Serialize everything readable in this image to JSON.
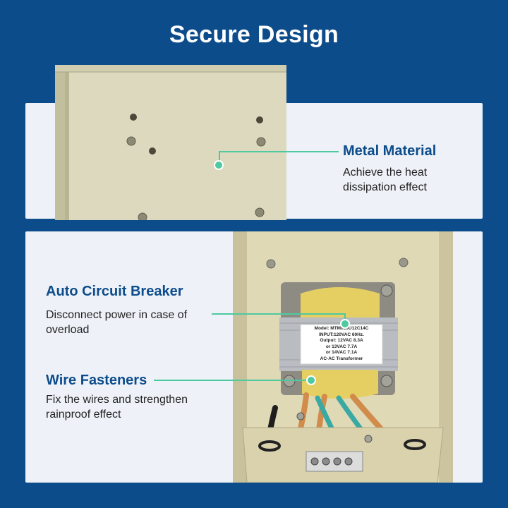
{
  "title": "Secure Design",
  "features": {
    "metal": {
      "heading": "Metal Material",
      "desc": "Achieve the heat dissipation effect"
    },
    "breaker": {
      "heading": "Auto Circuit Breaker",
      "desc": "Disconnect power in case of overload"
    },
    "wire": {
      "heading": "Wire Fasteners",
      "desc": "Fix the wires and strengthen rainproof effect"
    }
  },
  "label": {
    "model": "Model: MTM010U12C14C",
    "input": "INPUT:120VAC 60Hz.",
    "output": "Output: 12VAC 8.3A",
    "out2": "or 13VAC 7.7A",
    "out3": "or 14VAC 7.1A",
    "type": "AC-AC Transformer"
  },
  "colors": {
    "background": "#0d4c8b",
    "accent": "#4ec9a0",
    "panel": "#eef2f8",
    "enclosure": "#d8d5b7"
  }
}
